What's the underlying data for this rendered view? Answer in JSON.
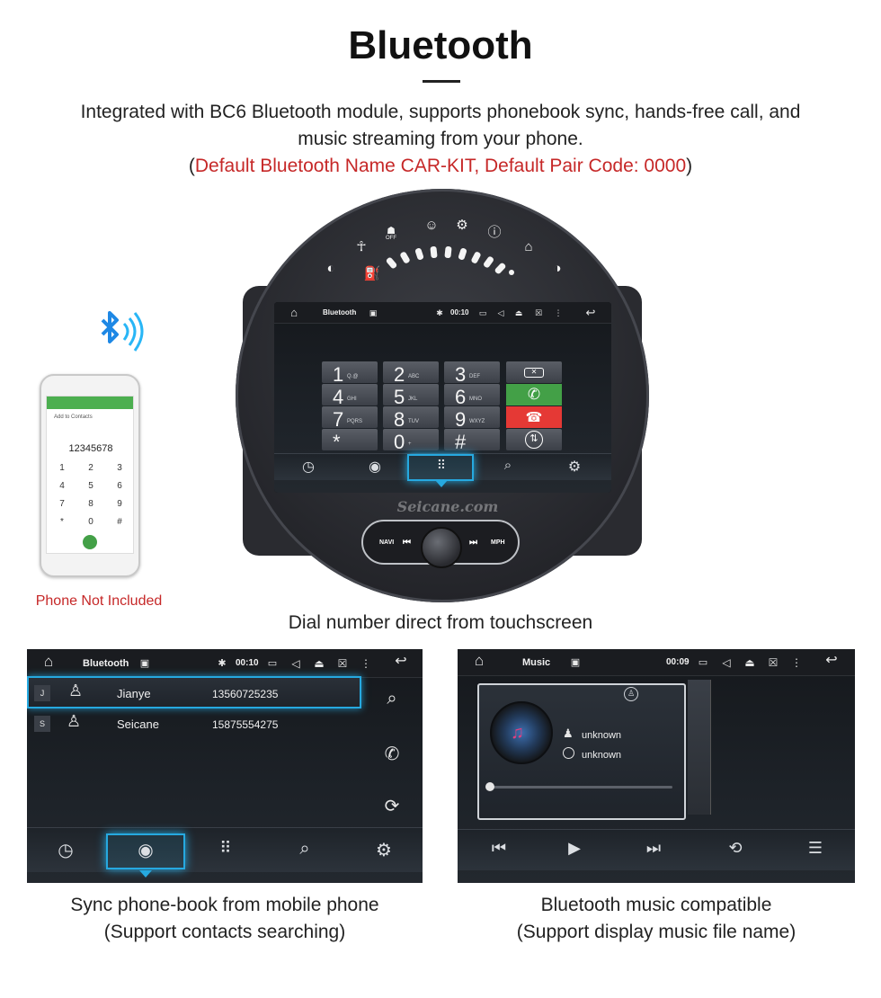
{
  "header": {
    "title": "Bluetooth",
    "intro_line1": "Integrated with BC6 Bluetooth module, supports phonebook sync, hands-free call, and",
    "intro_line2": "music streaming from your phone.",
    "intro_open_paren": "(",
    "intro_red": "Default Bluetooth Name CAR-KIT, Default Pair Code: 0000",
    "intro_close_paren": ")"
  },
  "main_unit": {
    "screen_title": "Bluetooth",
    "clock": "00:10",
    "keypad": [
      {
        "num": "1",
        "sub": "Q.@"
      },
      {
        "num": "2",
        "sub": "ABC"
      },
      {
        "num": "3",
        "sub": "DEF"
      },
      {
        "num": "4",
        "sub": "GHI"
      },
      {
        "num": "5",
        "sub": "JKL"
      },
      {
        "num": "6",
        "sub": "MNO"
      },
      {
        "num": "7",
        "sub": "PQRS"
      },
      {
        "num": "8",
        "sub": "TUV"
      },
      {
        "num": "9",
        "sub": "WXYZ"
      },
      {
        "num": "*",
        "sub": ""
      },
      {
        "num": "0",
        "sub": "+"
      },
      {
        "num": "#",
        "sub": ""
      }
    ],
    "watermark": "Seicane.com",
    "navi_label": "NAVI",
    "mph_label": "MPH",
    "caption": "Dial number direct from touchscreen",
    "warning_off_label": "OFF"
  },
  "phone": {
    "add_contact": "Add to Contacts",
    "number": "12345678",
    "keys": [
      "1",
      "2",
      "3",
      "4",
      "5",
      "6",
      "7",
      "8",
      "9",
      "*",
      "0",
      "#"
    ],
    "note": "Phone Not Included"
  },
  "contacts_shot": {
    "title": "Bluetooth",
    "clock": "00:10",
    "contacts": [
      {
        "letter": "J",
        "name": "Jianye",
        "number": "13560725235"
      },
      {
        "letter": "S",
        "name": "Seicane",
        "number": "15875554275"
      }
    ],
    "caption_line1": "Sync phone-book from mobile phone",
    "caption_line2": "(Support contacts searching)"
  },
  "music_shot": {
    "title": "Music",
    "clock": "00:09",
    "artist": "unknown",
    "album": "unknown",
    "caption_line1": "Bluetooth music compatible",
    "caption_line2": "(Support display music file name)"
  },
  "colors": {
    "accent_blue": "#26a9e0",
    "red_text": "#c62828",
    "call_green": "#43a047",
    "hangup_red": "#e53935"
  }
}
